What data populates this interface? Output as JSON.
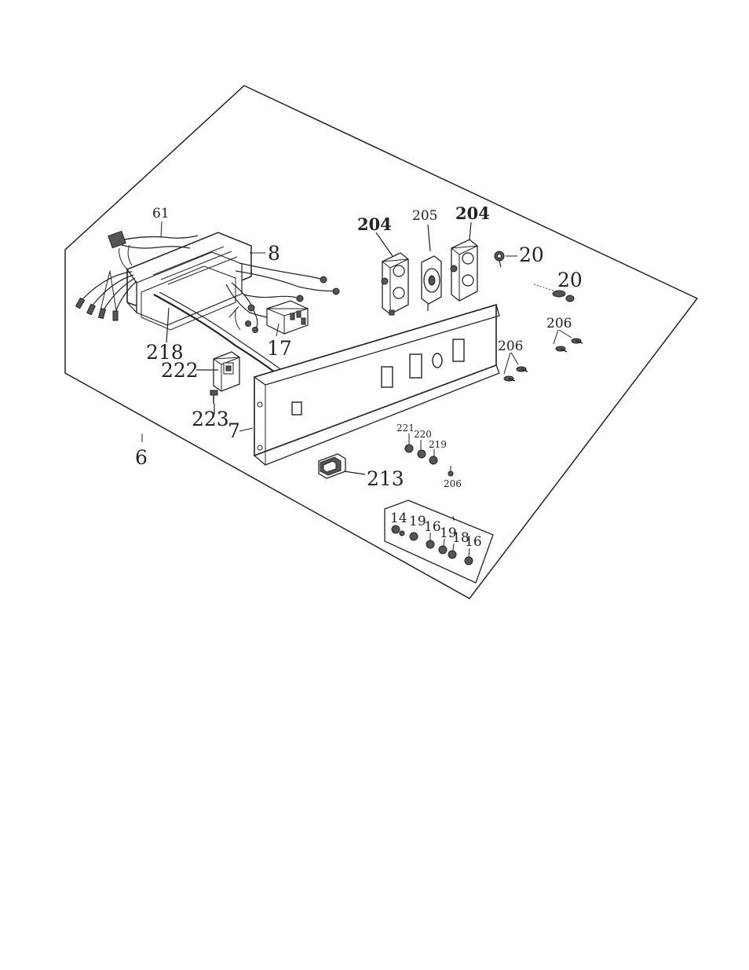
{
  "diagram": {
    "labels": {
      "l61": "61",
      "l8": "8",
      "l204a": "204",
      "l205": "205",
      "l204b": "204",
      "l20a": "20",
      "l20b": "20",
      "l206a": "206",
      "l206b": "206",
      "l218": "218",
      "l17": "17",
      "l222": "222",
      "l223": "223",
      "l7": "7",
      "l6": "6",
      "l221": "221",
      "l220": "220",
      "l219": "219",
      "l206c": "206",
      "l213": "213",
      "l14": "14",
      "l19a": "19",
      "l16a": "16",
      "l19b": "19",
      "l18": "18",
      "l16b": "16"
    }
  }
}
